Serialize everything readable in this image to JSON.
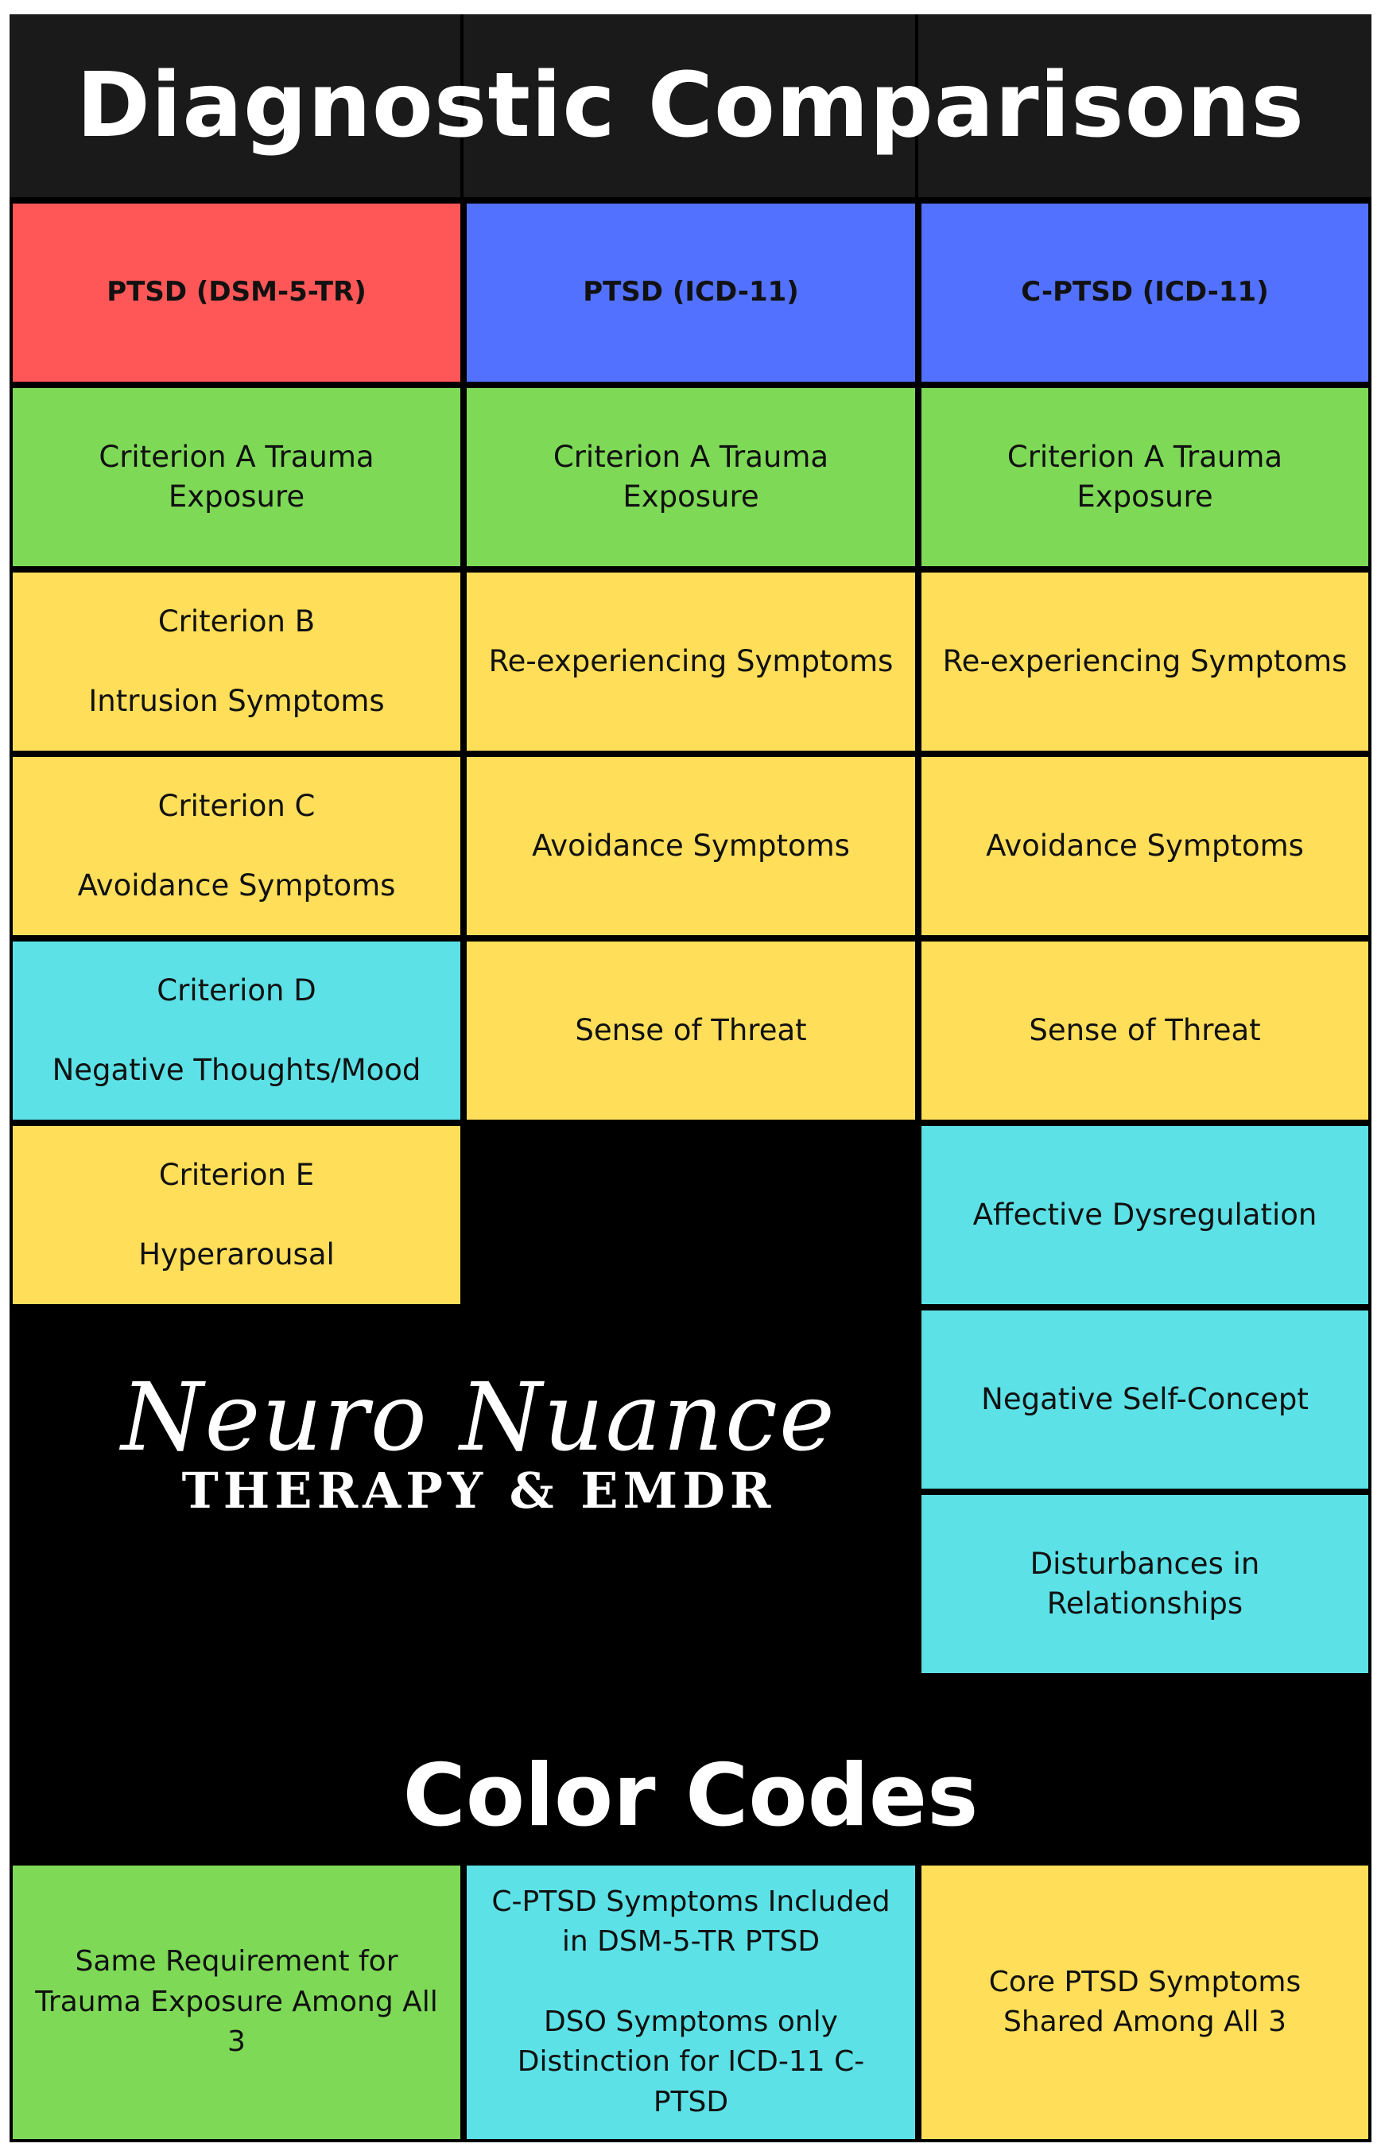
{
  "title": "Diagnostic Comparisons",
  "columns": [
    "PTSD (DSM-5-TR)",
    "PTSD (ICD-11)",
    "C-PTSD (ICD-11)"
  ],
  "rows": {
    "criterion_a": [
      "Criterion A Trauma Exposure",
      "Criterion A Trauma Exposure",
      "Criterion A Trauma Exposure"
    ],
    "row_b": {
      "dsm_label": "Criterion B",
      "dsm_text": "Intrusion Symptoms",
      "icd": "Re-experiencing Symptoms",
      "cptsd": "Re-experiencing Symptoms"
    },
    "row_c": {
      "dsm_label": "Criterion C",
      "dsm_text": "Avoidance Symptoms",
      "icd": "Avoidance Symptoms",
      "cptsd": "Avoidance Symptoms"
    },
    "row_d": {
      "dsm_label": "Criterion D",
      "dsm_text": "Negative Thoughts/Mood",
      "icd": "Sense of Threat",
      "cptsd": "Sense of Threat"
    },
    "row_e": {
      "dsm_label": "Criterion E",
      "dsm_text": "Hyperarousal",
      "cptsd": "Affective Dysregulation"
    },
    "cptsd_extra": [
      "Negative Self-Concept",
      "Disturbances in Relationships"
    ]
  },
  "logo": {
    "script": "Neuro Nuance",
    "subtitle": "THERAPY & EMDR"
  },
  "color_codes": {
    "title": "Color Codes",
    "green": "Same Requirement for Trauma Exposure Among All 3",
    "cyan_1": "C-PTSD Symptoms Included in DSM-5-TR PTSD",
    "cyan_2": "DSO Symptoms only Distinction for ICD-11 C-PTSD",
    "yellow": "Core PTSD Symptoms Shared Among All 3"
  },
  "colors": {
    "red": "#ff5757",
    "blue": "#5271ff",
    "green": "#7ed957",
    "yellow": "#ffde59",
    "cyan": "#5ce1e6",
    "background": "#000000"
  }
}
